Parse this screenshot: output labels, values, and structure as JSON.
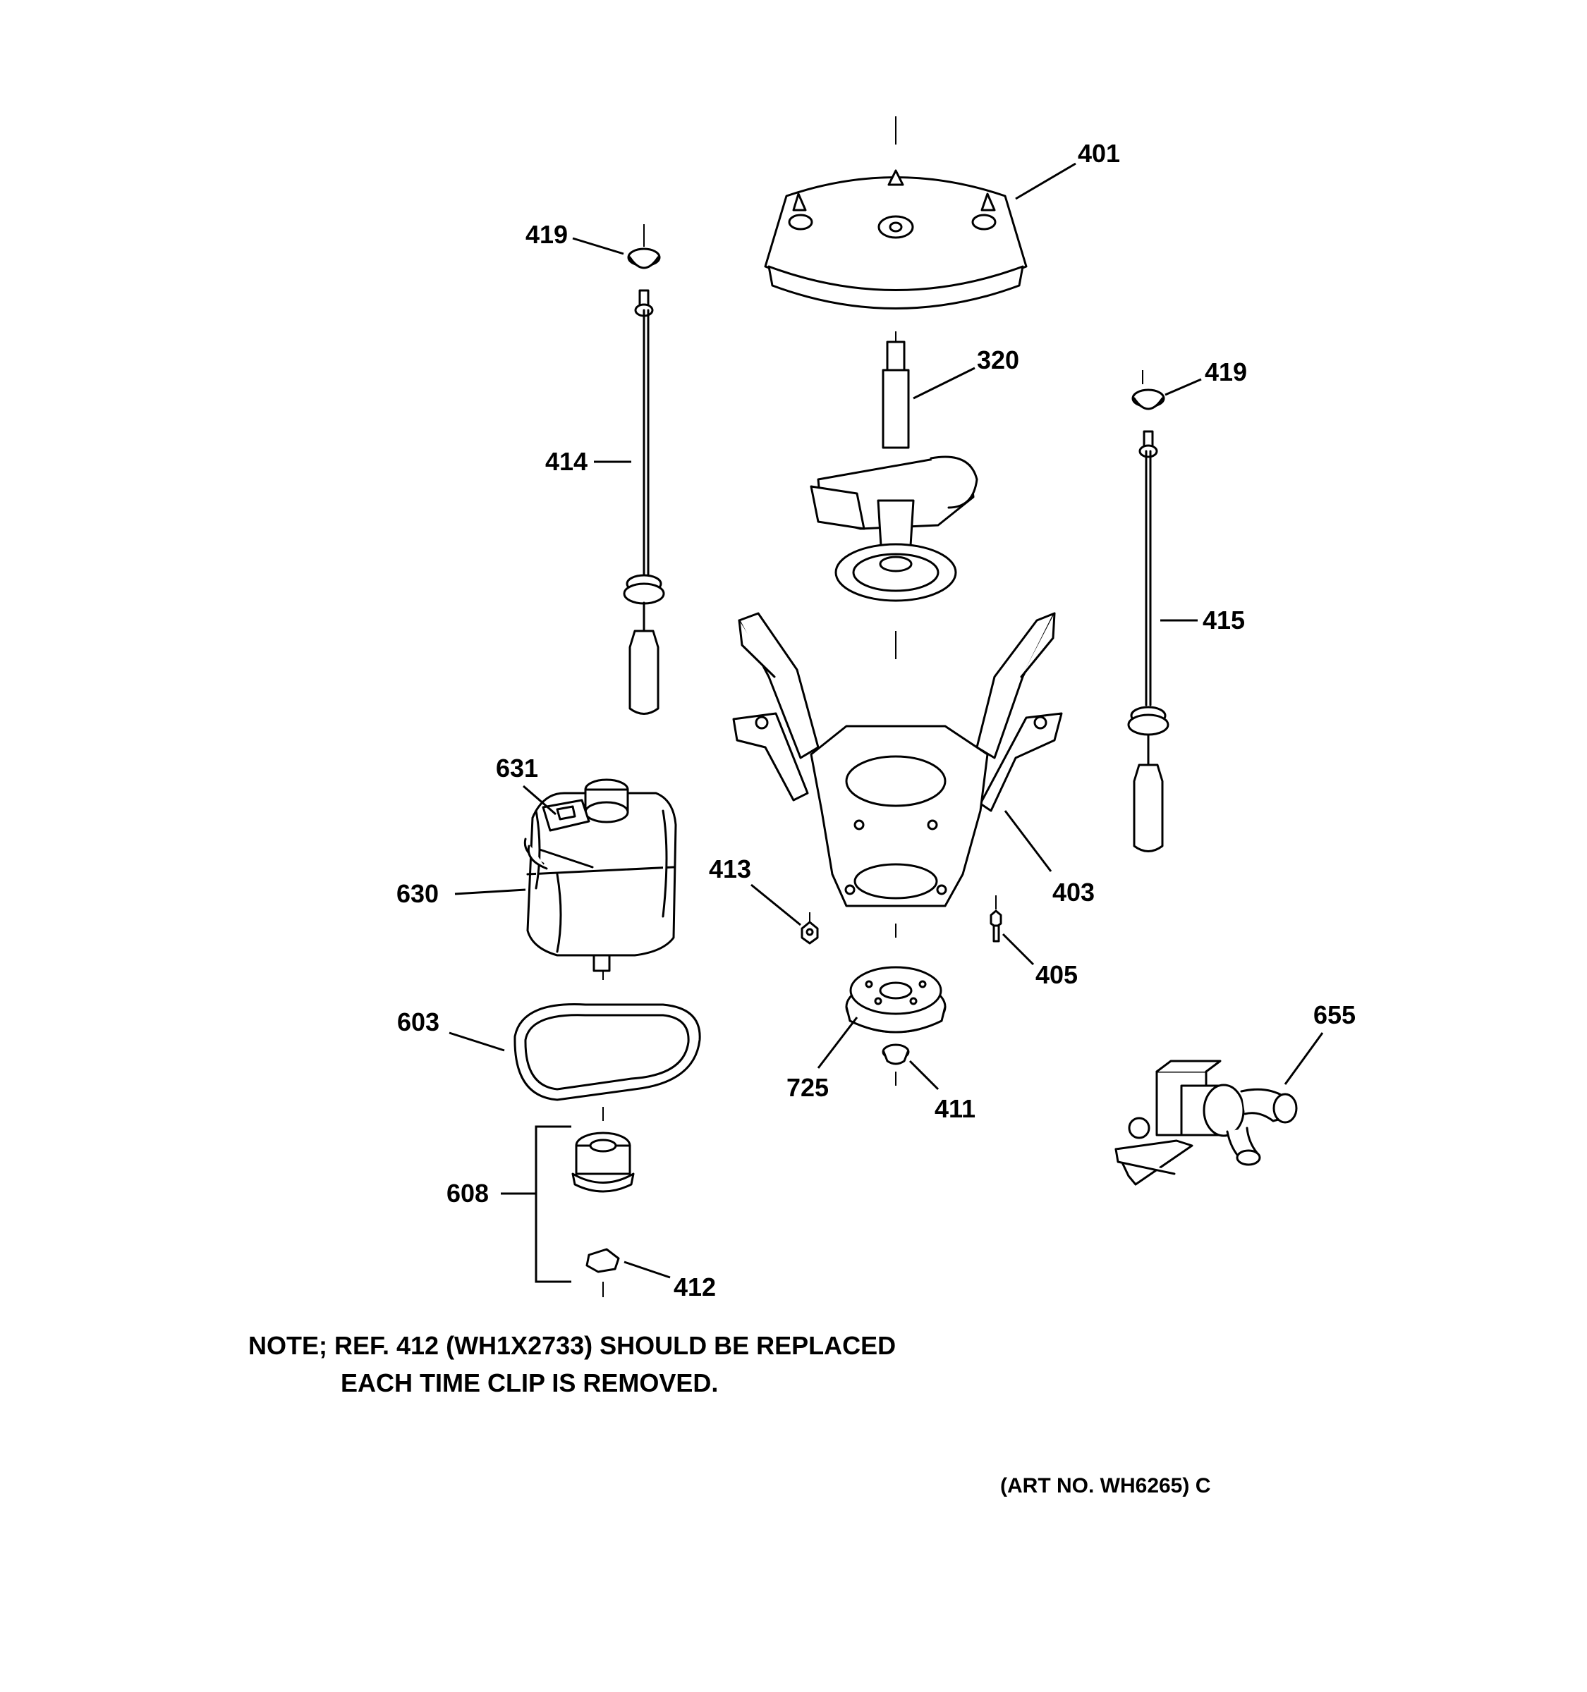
{
  "callouts": {
    "c401": "401",
    "c419_left": "419",
    "c419_right": "419",
    "c320": "320",
    "c414": "414",
    "c415": "415",
    "c631": "631",
    "c630": "630",
    "c413": "413",
    "c403": "403",
    "c405": "405",
    "c603": "603",
    "c725": "725",
    "c411": "411",
    "c655": "655",
    "c608": "608",
    "c412": "412"
  },
  "note": {
    "line1": "NOTE; REF. 412 (WH1X2733) SHOULD BE REPLACED",
    "line2": "EACH TIME CLIP IS REMOVED."
  },
  "art_no": "(ART NO. WH6265) C"
}
